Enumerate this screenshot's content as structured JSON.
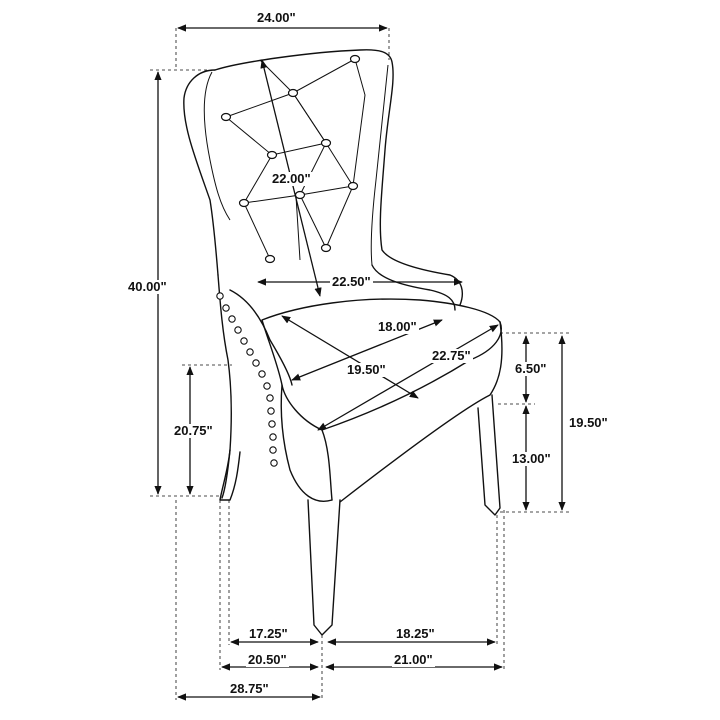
{
  "dimensions": {
    "width_top": "24.00\"",
    "back_diagonal": "22.00\"",
    "height_total": "40.00\"",
    "width_arms": "22.50\"",
    "seat_depth": "18.00\"",
    "seat_diagonal": "19.50\"",
    "seat_width": "22.75\"",
    "seat_thickness": "6.50\"",
    "seat_height_left": "20.75\"",
    "seat_height_right": "19.50\"",
    "leg_height": "13.00\"",
    "base_left_inner": "17.25\"",
    "base_right_inner": "18.25\"",
    "base_left_outer": "20.50\"",
    "base_right_outer": "21.00\"",
    "overall_depth": "28.75\""
  }
}
